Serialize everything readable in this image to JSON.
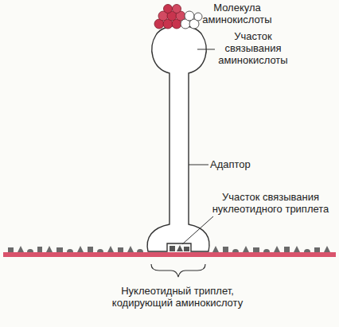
{
  "diagram": {
    "labels": [
      "Молекула аминокислоты",
      "Участок связывания аминокислоты",
      "Адаптор",
      "Участок связывания нуклеотидного триплета",
      "Нуклеотидный триплет, кодирующий аминокислоту"
    ]
  }
}
